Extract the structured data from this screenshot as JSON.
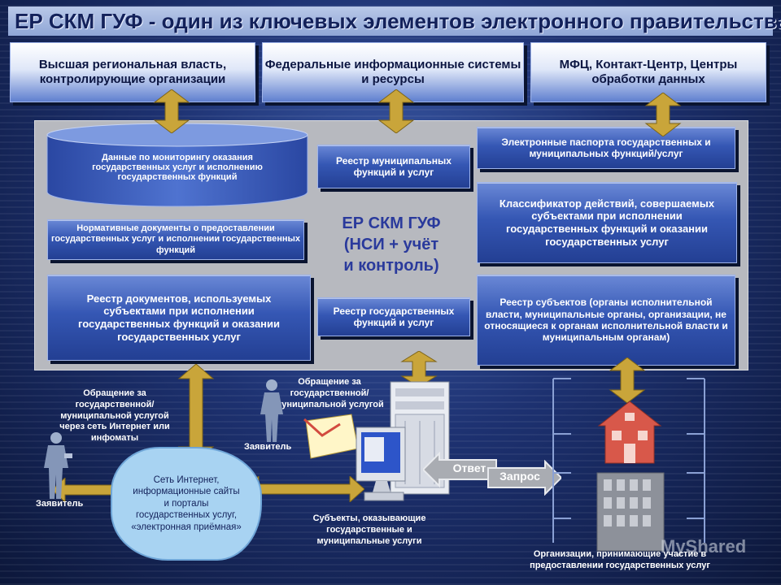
{
  "title": "ЕР СКМ ГУФ - один из ключевых элементов электронного правительства",
  "top_boxes": [
    "Высшая региональная власть, контролирующие организации",
    "Федеральные информационные системы и ресурсы",
    "МФЦ, Контакт-Центр, Центры обработки данных"
  ],
  "panel": {
    "monitoring": "Данные по мониторингу оказания государственных услуг и исполнению государственных функций",
    "normative_docs": "Нормативные документы о предоставлении государственных услуг и исполнении государственных функций",
    "docs_registry": "Реестр документов, используемых субъектами при исполнении государственных функций и оказании государственных услуг",
    "municipal_registry": "Реестр муниципальных функций и услуг",
    "center_title_line1": "ЕР СКМ ГУФ",
    "center_title_line2": "(НСИ + учёт",
    "center_title_line3": "и контроль)",
    "state_registry": "Реестр государственных функций и услуг",
    "passports": "Электронные паспорта государственных и муниципальных функций/услуг",
    "classifier": "Классификатор действий, совершаемых субъектами при исполнении государственных функций и оказании государственных услуг",
    "subjects_registry": "Реестр субъектов (органы исполнительной власти, муниципальные органы, организации, не относящиеся к органам исполнительной власти и муниципальным органам)"
  },
  "bottom": {
    "appeal_internet": "Обращение за государственной/муниципальной услугой через сеть Интернет или инфоматы",
    "applicant_left": "Заявитель",
    "cloud_text": "Сеть Интернет, информационные сайты и порталы государственных услуг, «электронная приёмная»",
    "appeal_center": "Обращение за государственной/ муниципальной услугой",
    "applicant_center": "Заявитель",
    "subjects_caption": "Субъекты, оказывающие государственные и муниципальные услуги",
    "answer": "Ответ",
    "request": "Запрос",
    "orgs_caption": "Организации, принимающие участие в предоставлении государственных услуг",
    "watermark": "MyShared"
  },
  "colors": {
    "arrow_gold": "#c9a53a",
    "panel_grey": "#b7b9bf",
    "box_blue": "#3557b4",
    "cloud_blue": "#a8d3f2",
    "house_red": "#d8584a"
  }
}
